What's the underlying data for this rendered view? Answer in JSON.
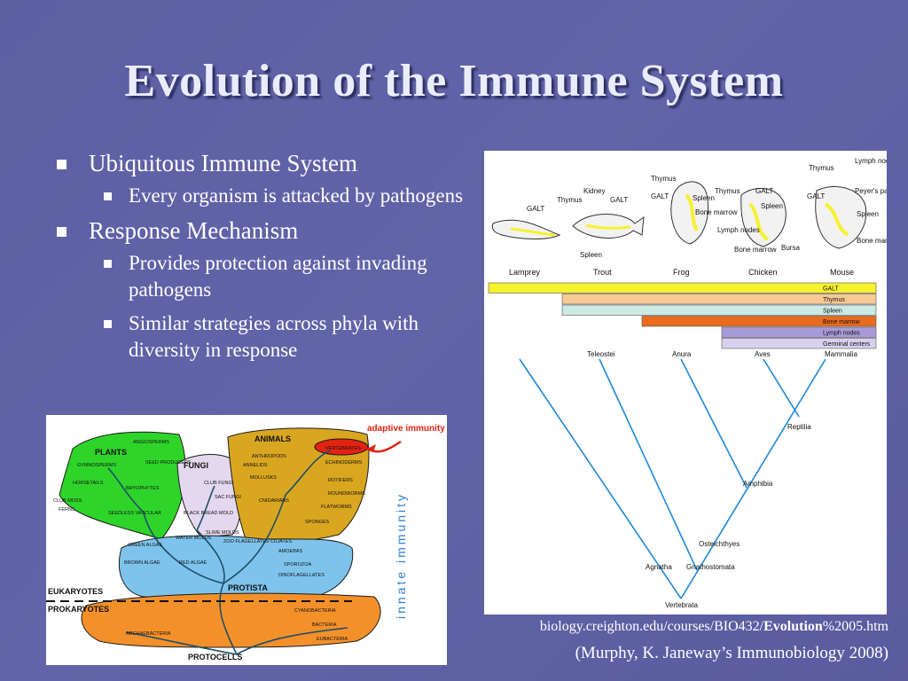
{
  "slide": {
    "title": "Evolution of  the Immune System",
    "bullets": [
      {
        "text": "Ubiquitous Immune System",
        "sub": [
          "Every organism is attacked by pathogens"
        ]
      },
      {
        "text": "Response Mechanism",
        "sub": [
          "Provides protection against invading pathogens",
          "Similar strategies across phyla with diversity in response"
        ]
      }
    ],
    "citation": {
      "url_pre": "biology.creighton.edu/courses/BIO432/",
      "url_bold": "Evolution",
      "url_post": "%2005.htm",
      "ref": "(Murphy, K.  Janeway’s Immunobiology 2008)"
    }
  },
  "tree_figure": {
    "adaptive_label": "adaptive immunity",
    "innate_label": "innate immunity",
    "plants": {
      "title": "PLANTS",
      "items": [
        "ANGIOSPERMS",
        "SEED PRODUCERS",
        "GYMNOSPERMS",
        "HORSETAILS",
        "BRYOPHYTES",
        "CLUB MOSS",
        "FERNS",
        "SEEDLESS VASCULAR"
      ]
    },
    "fungi": {
      "title": "FUNGI",
      "items": [
        "CLUB FUNGI",
        "SAC FUNGI",
        "BLACK BREAD MOLD"
      ]
    },
    "animals": {
      "title": "ANIMALS",
      "items": [
        "VERTEBRATES",
        "ANTHROPODS",
        "ECHINODERMS",
        "ANNELIDS",
        "MOLLUSKS",
        "ROTIFERS",
        "ROUNDWORMS",
        "FLATWORMS",
        "CNIDARIANS",
        "SPONGES"
      ]
    },
    "protista": {
      "title": "PROTISTA",
      "items": [
        "GREEN ALGAE",
        "BROWN ALGAE",
        "WATER MOLDS",
        "SLIME MOLDS",
        "RED ALGAE",
        "ZOO FLAGELLATES CILIATES",
        "AMOEBAS",
        "SPOROZOA",
        "DINOFLAGELLATES"
      ]
    },
    "bacteria": {
      "items": [
        "CYANOBACTERIA",
        "ARCHAEBACTERIA",
        "BACTERIA",
        "EUBACTERIA"
      ]
    },
    "eukaryotes": "EUKARYOTES",
    "prokaryotes": "PROKARYOTES",
    "protocells": "PROTOCELLS"
  },
  "phylo_figure": {
    "organism_labels": [
      "GALT",
      "Thymus",
      "Kidney",
      "GALT",
      "Spleen",
      "Thymus",
      "GALT",
      "Spleen",
      "Bone marrow",
      "Thymus",
      "GALT",
      "Spleen",
      "Lymph nodes",
      "Bone marrow",
      "Bursa",
      "Thymus",
      "Lymph nodes",
      "GALT",
      "Peyer's patch",
      "Spleen",
      "Bone marrow"
    ],
    "organisms": [
      "Lamprey",
      "Trout",
      "Frog",
      "Chicken",
      "Mouse"
    ],
    "bars": [
      {
        "label": "GALT",
        "color": "#f6f22e",
        "start": 0
      },
      {
        "label": "Thymus",
        "color": "#f7c995",
        "start": 1
      },
      {
        "label": "Spleen",
        "color": "#cde9e3",
        "start": 1
      },
      {
        "label": "Bone marrow",
        "color": "#ea6a1e",
        "start": 2
      },
      {
        "label": "Lymph nodes",
        "color": "#a99ad8",
        "start": 3
      },
      {
        "label": "Germinal centers",
        "color": "#d8d0ef",
        "start": 3
      }
    ],
    "taxa": [
      "Teleostei",
      "Anura",
      "Aves",
      "Mammalia"
    ],
    "nodes": [
      "Reptilia",
      "Amphibia",
      "Osteichthyes",
      "Agnatha",
      "Gnathostomata",
      "Vertebrata"
    ],
    "colors": {
      "branch": "#1e88d8",
      "accent": "#f6f22e"
    }
  }
}
